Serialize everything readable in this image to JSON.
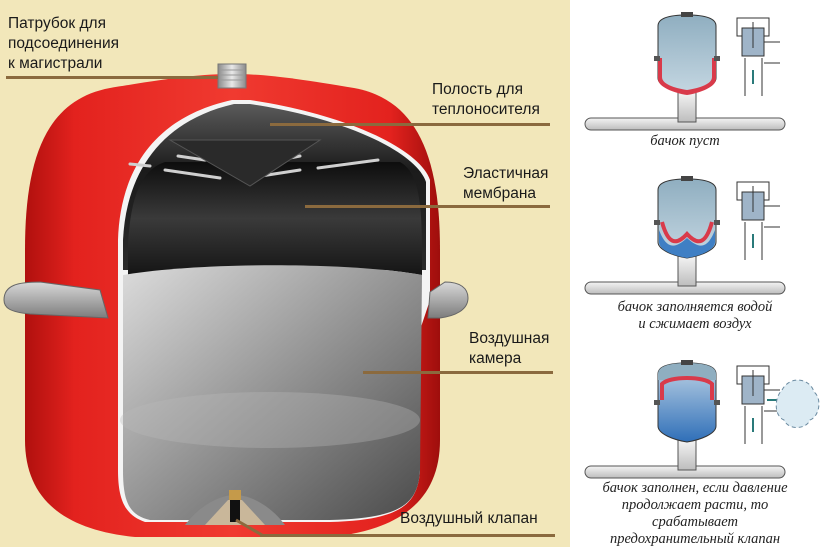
{
  "left": {
    "background": "#F2E7BA",
    "tank_color": "#E0231F",
    "leader_color": "#8B6A3E",
    "callouts": [
      {
        "id": "nozzle",
        "lines": [
          "Патрубок для",
          "подсоединения",
          "к магистрали"
        ]
      },
      {
        "id": "coolant-cavity",
        "lines": [
          "Полость для",
          "теплоносителя"
        ]
      },
      {
        "id": "membrane",
        "lines": [
          "Эластичная",
          "мембрана"
        ]
      },
      {
        "id": "air-chamber",
        "lines": [
          "Воздушная",
          "камера"
        ]
      },
      {
        "id": "air-valve",
        "lines": [
          "Воздушный клапан"
        ]
      }
    ]
  },
  "right": {
    "background": "#FFFFFF",
    "membrane_color": "#D93A4A",
    "water_color": "#3F7FC4",
    "air_color": "#A9C3D3",
    "states": [
      {
        "id": "empty",
        "caption_lines": [
          "бачок пуст"
        ]
      },
      {
        "id": "filling",
        "caption_lines": [
          "бачок заполняется водой",
          "и сжимает воздух"
        ]
      },
      {
        "id": "full",
        "caption_lines": [
          "бачок заполнен, если давление",
          "продолжает расти, то",
          "срабатывает",
          "предохранительный клапан"
        ]
      }
    ]
  }
}
